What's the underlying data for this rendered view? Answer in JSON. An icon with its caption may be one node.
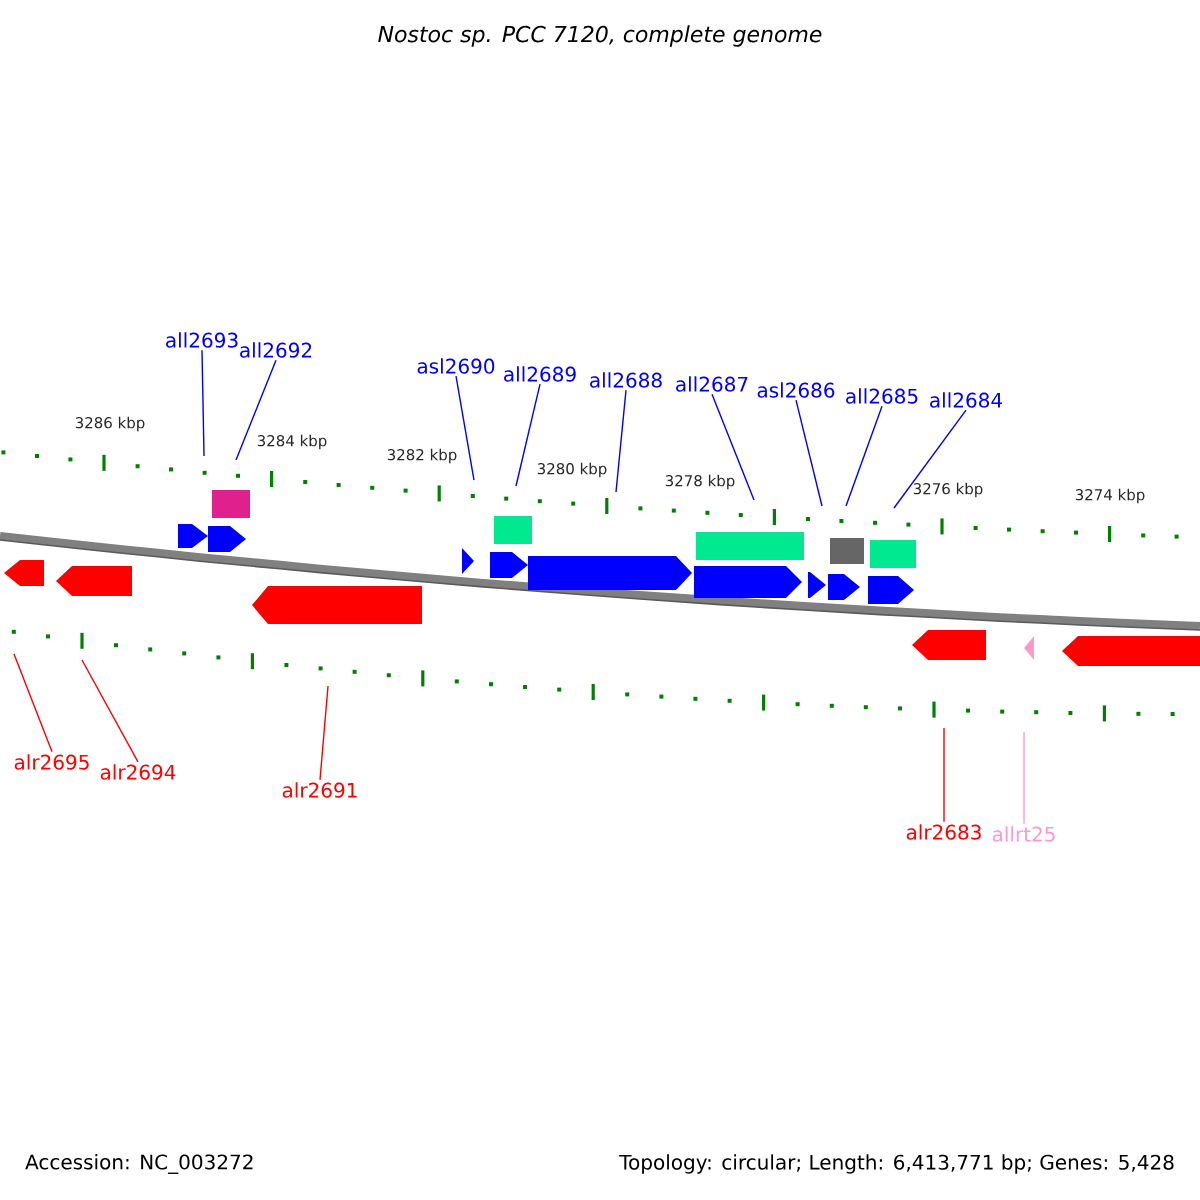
{
  "diagram": {
    "title": "Nostoc sp. PCC 7120, complete genome",
    "nodes": [
      {
        "text": [
          "all2693"
        ]
      },
      {
        "text": [
          "all2692"
        ]
      },
      {
        "text": [
          "asl2690"
        ]
      },
      {
        "text": [
          "all2689"
        ]
      },
      {
        "text": [
          "all2688"
        ]
      },
      {
        "text": [
          "all2687"
        ]
      },
      {
        "text": [
          "asl2686"
        ]
      },
      {
        "text": [
          "all2685"
        ]
      },
      {
        "text": [
          "all2684"
        ]
      },
      {
        "text": [
          "alr2695"
        ]
      },
      {
        "text": [
          "alr2694"
        ]
      },
      {
        "text": [
          "alr2691"
        ]
      },
      {
        "text": [
          "alr2683"
        ]
      },
      {
        "text": [
          "allrt25"
        ]
      }
    ],
    "edges": [
      {
        "from": 0,
        "to": null,
        "arrow": "none"
      },
      {
        "from": 1,
        "to": null,
        "arrow": "none"
      },
      {
        "from": 2,
        "to": null,
        "arrow": "none"
      },
      {
        "from": 3,
        "to": null,
        "arrow": "none"
      },
      {
        "from": 4,
        "to": null,
        "arrow": "none"
      },
      {
        "from": 5,
        "to": null,
        "arrow": "none"
      },
      {
        "from": 6,
        "to": null,
        "arrow": "none"
      },
      {
        "from": 7,
        "to": null,
        "arrow": "none"
      },
      {
        "from": 8,
        "to": null,
        "arrow": "none"
      },
      {
        "from": 9,
        "to": null,
        "arrow": "none",
        "color": "#ff0000"
      },
      {
        "from": 10,
        "to": null,
        "arrow": "none",
        "color": "#ff0000"
      },
      {
        "from": 11,
        "to": null,
        "arrow": "none",
        "color": "#ff0000"
      },
      {
        "from": 12,
        "to": null,
        "arrow": "none",
        "color": "#ff0000"
      },
      {
        "from": 13,
        "to": null,
        "arrow": "none",
        "color": "#ff99cc"
      }
    ],
    "labels": [
      "3286 kbp",
      "3284 kbp",
      "3282 kbp",
      "3280 kbp",
      "3278 kbp",
      "3276 kbp",
      "3274 kbp",
      "Accession: NC_003272",
      "Topology: circular; Length: 6,413,771 bp; Genes: 5,428"
    ]
  }
}
